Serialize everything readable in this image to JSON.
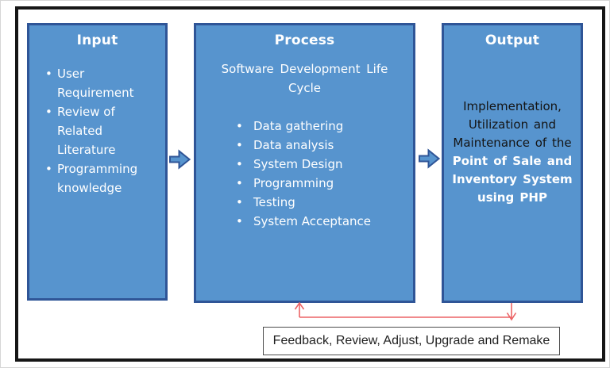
{
  "colors": {
    "box_fill": "#5794CE",
    "box_border": "#2F5597",
    "box_text": "#FFFFFF",
    "output_dark_text": "#141414",
    "feedback_arrow_red": "#EC6466",
    "frame_border": "#161616",
    "feedback_box_border": "#4D4D4D"
  },
  "boxes": {
    "input": {
      "title": "Input",
      "items": [
        {
          "lines": [
            "User",
            "Requirement"
          ]
        },
        {
          "lines": [
            "Review of",
            "Related",
            "Literature"
          ]
        },
        {
          "lines": [
            "Programming",
            "knowledge"
          ]
        }
      ]
    },
    "process": {
      "title": "Process",
      "subtitle_lines": [
        "Software Development Life",
        "Cycle"
      ],
      "items": [
        "Data gathering",
        "Data analysis",
        "System Design",
        "Programming",
        "Testing",
        "System Acceptance"
      ]
    },
    "output": {
      "title": "Output",
      "dark_lines": [
        "Implementation,",
        "Utilization and",
        "Maintenance of the"
      ],
      "bold_lines": [
        "Point of Sale and",
        "Inventory System",
        "using PHP"
      ]
    }
  },
  "feedback": {
    "label": "Feedback, Review, Adjust, Upgrade and Remake"
  },
  "icons": {
    "flow_arrow": "right-block-arrow",
    "feedback_connector": "red-elbow-arrow-up-down"
  }
}
